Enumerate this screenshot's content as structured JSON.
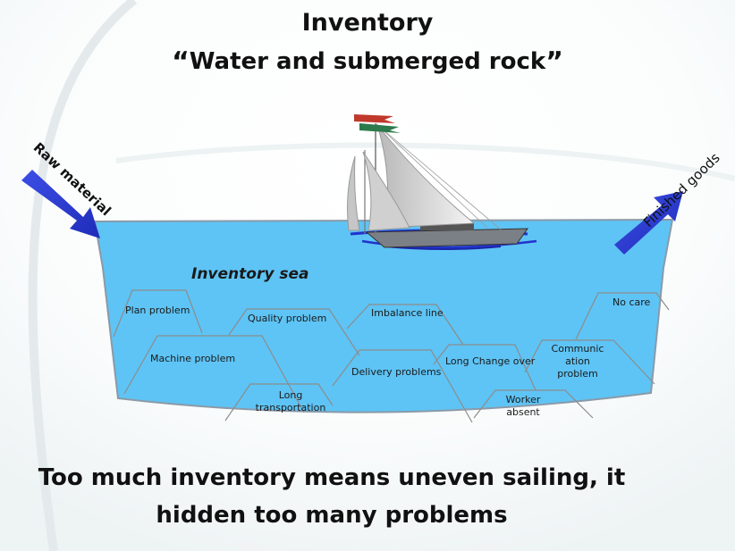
{
  "title": "Inventory",
  "subtitle": "Water and submerged rock",
  "quote_open": "“",
  "quote_close": "”",
  "sea_label": "Inventory sea",
  "input_label": "Raw material",
  "output_label": "Finished goods",
  "rocks": {
    "plan": "Plan problem",
    "quality": "Quality problem",
    "imbalance": "Imbalance line",
    "nocare": "No care",
    "machine": "Machine problem",
    "delivery": "Delivery problems",
    "changeover": "Long Change over",
    "communic_1": "Communic",
    "communic_2": "ation",
    "communic_3": "problem",
    "long_1": "Long",
    "long_2": "transportation",
    "worker_1": "Worker",
    "worker_2": "absent"
  },
  "conclusion_line1": "Too much inventory means uneven sailing, it",
  "conclusion_line2": "hidden too many problems",
  "colors": {
    "water": "#5ec4f5",
    "water_edge": "#8a9aa8",
    "arrow": "#2a3bd6",
    "rock_line": "#8c8c8c"
  },
  "icons": [
    "sailboat-icon",
    "input-arrow-icon",
    "output-arrow-icon"
  ]
}
